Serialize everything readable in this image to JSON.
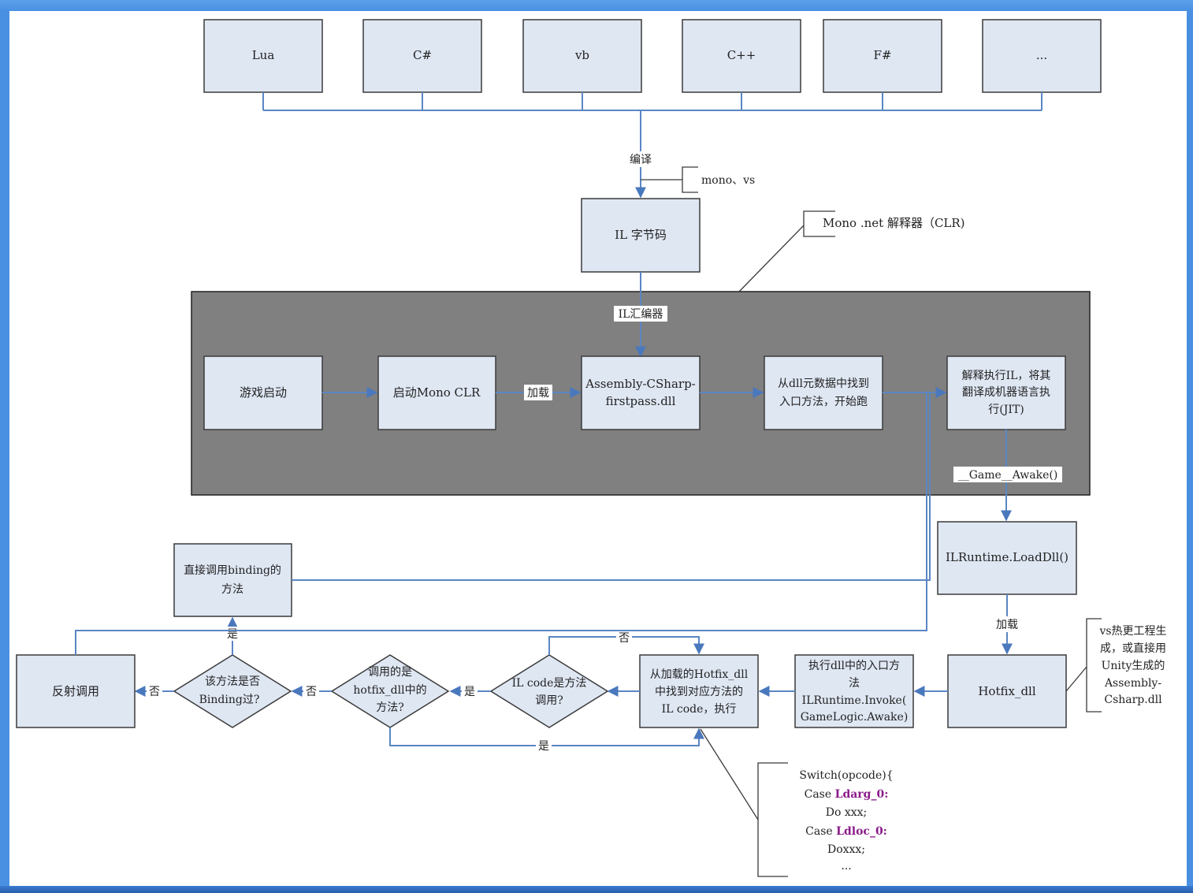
{
  "languages": [
    "Lua",
    "C#",
    "vb",
    "C++",
    "F#",
    "..."
  ],
  "compile_label": "编译",
  "compiler_note": "mono、vs",
  "il_box": "IL 字节码",
  "clr_note": "Mono .net 解释器（CLR)",
  "il_assembler_label": "IL汇编器",
  "runtime": {
    "game_start": "游戏启动",
    "start_mono": "启动Mono CLR",
    "load_label": "加载",
    "assembly_line1": "Assembly-CSharp-",
    "assembly_line2": "firstpass.dll",
    "entry_line1": "从dll元数据中找到",
    "entry_line2": "入口方法，开始跑",
    "jit_line1": "解释执行IL，将其",
    "jit_line2": "翻译成机器语言执",
    "jit_line3": "行(JIT)",
    "game_awake": "__Game__Awake()"
  },
  "ilruntime_load": "ILRuntime.LoadDll()",
  "load_label2": "加载",
  "hotfix_dll": "Hotfix_dll",
  "hotfix_note": [
    "vs热更工程生",
    "成，或直接用",
    "Unity生成的",
    "Assembly-",
    "Csharp.dll"
  ],
  "invoke_box": [
    "执行dll中的入口方",
    "法",
    "ILRuntime.Invoke(",
    "GameLogic.Awake)"
  ],
  "find_box": [
    "从加载的Hotfix_dll",
    "中找到对应方法的",
    "IL code，执行"
  ],
  "decision_ilcode": [
    "IL code是方法",
    "调用?"
  ],
  "decision_hotfix": [
    "调用的是",
    "hotfix_dll中的",
    "方法?"
  ],
  "decision_binding": [
    "该方法是否",
    "Binding过?"
  ],
  "reflect_box": "反射调用",
  "binding_box": [
    "直接调用binding的",
    "方法"
  ],
  "yes": "是",
  "no": "否",
  "code_note": {
    "line1": "Switch(opcode){",
    "case": "Case ",
    "op1": "Ldarg_0:",
    "do1": "Do xxx;",
    "op2": "Ldloc_0:",
    "do2": "Doxxx;",
    "ellipsis": "..."
  },
  "colors": {
    "box_fill": "#dfe7f3",
    "connector": "#5a86c4",
    "runtime_panel": "#808080",
    "opcode": "#8a1a8a"
  }
}
